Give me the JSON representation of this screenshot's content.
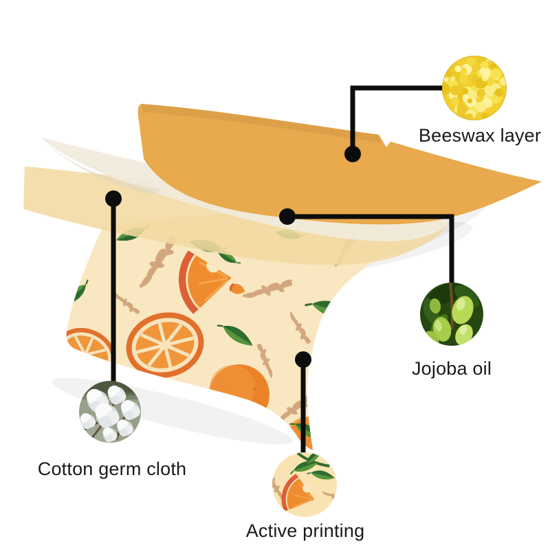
{
  "page_background": "#ffffff",
  "diagram": {
    "type": "product-layer-infographic",
    "subject": "beeswax food wrap layers",
    "callouts": [
      {
        "id": "beeswax",
        "label": "Beeswax layer",
        "icon": "beeswax-pellets-photo"
      },
      {
        "id": "jojoba",
        "label": "Jojoba oil",
        "icon": "jojoba-fruits-photo"
      },
      {
        "id": "cotton",
        "label": "Cotton germ cloth",
        "icon": "cotton-plant-photo"
      },
      {
        "id": "printing",
        "label": "Active printing",
        "icon": "orange-print-fabric-photo"
      }
    ],
    "colors": {
      "page_bg": "#ffffff",
      "beeswax_sheet": "#e9a94d",
      "ivory_sheet": "#f0ebdb",
      "tan_sheet": "#f2d9a2",
      "fabric_base": "#f9e7c1",
      "fern": "#d3a77e",
      "leaf_dark": "#2d6c2f",
      "leaf_mid": "#57953b",
      "orange_fruit": "#ec8227",
      "orange_rind": "#dc5f35",
      "beeswax_yellow": "#f2cf2e",
      "connector": "#0d0d0d",
      "label_text": "#1a1a1a"
    }
  }
}
